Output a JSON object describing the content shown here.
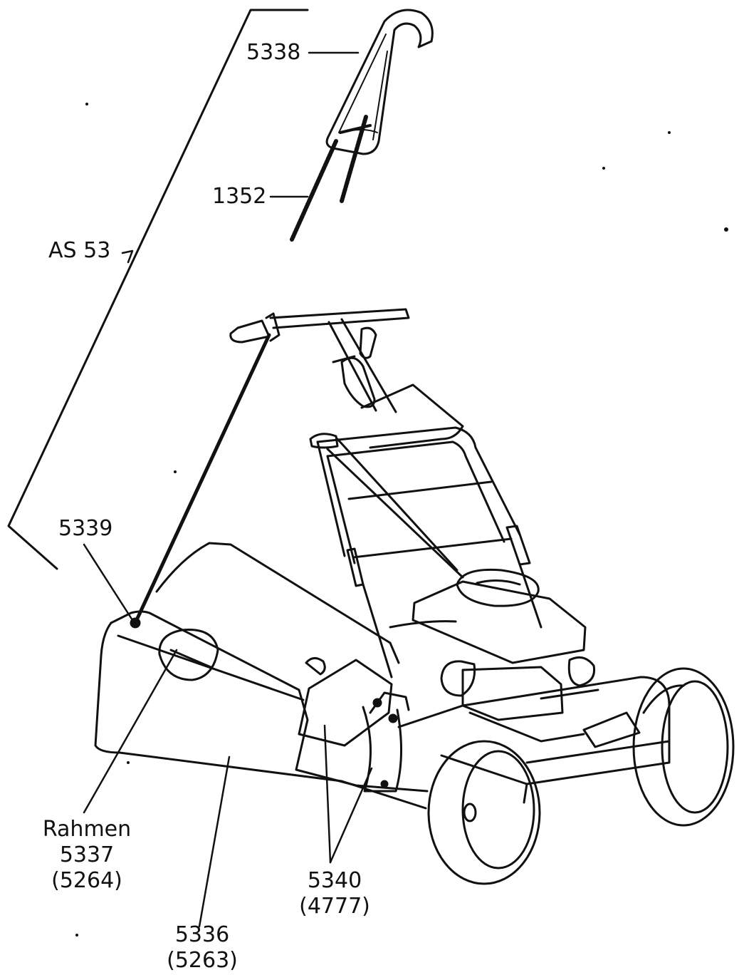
{
  "labels": {
    "p5338": "5338",
    "p1352": "1352",
    "as53": "AS 53",
    "p5339": "5339",
    "rahmen_word": "Rahmen",
    "rahmen_num": "5337",
    "rahmen_alt": "(5264)",
    "p5340_num": "5340",
    "p5340_alt": "(4777)",
    "p5336_num": "5336",
    "p5336_alt": "(5263)"
  },
  "colors": {
    "ink": "#111111",
    "paper": "#ffffff"
  }
}
